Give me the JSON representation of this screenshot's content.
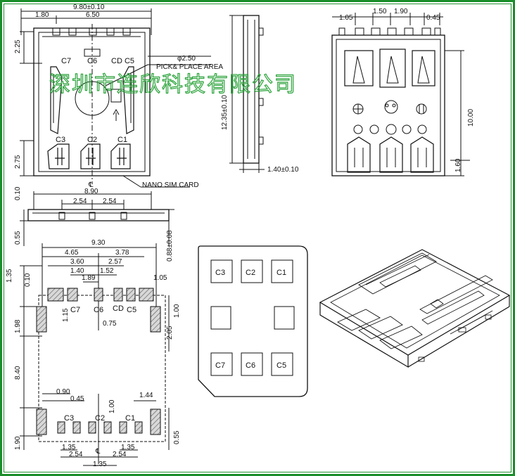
{
  "watermark": "深圳市连欣科技有限公司",
  "top_view": {
    "overall_width": "9.80±0.10",
    "offset": "1.80",
    "inner_width": "6.50",
    "top_depth": "2.25",
    "bottom_depth": "2.75",
    "bottom_gap": "0.10",
    "base_width": "8.90",
    "centerline": "℄",
    "labels": [
      "C7",
      "C6",
      "CD C5",
      "C3",
      "C2",
      "C1"
    ],
    "pick_diameter": "φ2.50",
    "pick_place": "PICK& PLACE AREA",
    "card_type": "NANO SIM CARD"
  },
  "side_view": {
    "length": "12.35±0.10",
    "height": "1.40±0.10"
  },
  "bottom_view": {
    "dims": [
      "1.05",
      "1.50",
      "1.90",
      "0.45",
      "10.00",
      "1.60"
    ]
  },
  "front_view": {
    "dims": [
      "2.54",
      "2.54",
      "0.55",
      "0.88±0.08"
    ]
  },
  "footprint": {
    "dims": [
      "9.30",
      "4.65",
      "3.78",
      "3.60",
      "2.57",
      "1.40",
      "1.52",
      "1.89",
      "1.05",
      "1.35",
      "0.10",
      "1.15",
      "0.75",
      "1.98",
      "8.40",
      "1.00",
      "2.05",
      "0.90",
      "0.45",
      "1.44",
      "1.00",
      "1.90",
      "0.55",
      "1.35",
      "1.35",
      "2.54",
      "2.54",
      "1.35"
    ],
    "centerline": "℄",
    "labels": [
      "C7",
      "C6",
      "CD",
      "C5",
      "C3",
      "C2",
      "C1"
    ]
  },
  "card_layout": {
    "labels": [
      "C3",
      "C2",
      "C1",
      "C7",
      "C6",
      "C5"
    ]
  }
}
